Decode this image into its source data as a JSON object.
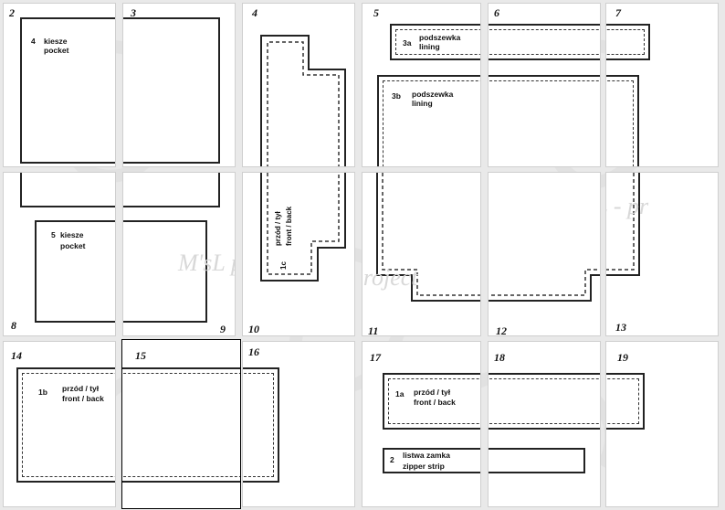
{
  "sheets": [
    {
      "number": "2"
    },
    {
      "number": "3"
    },
    {
      "number": "4"
    },
    {
      "number": "5"
    },
    {
      "number": "6"
    },
    {
      "number": "7"
    },
    {
      "number": "8"
    },
    {
      "number": "9"
    },
    {
      "number": "10"
    },
    {
      "number": "11"
    },
    {
      "number": "12"
    },
    {
      "number": "13"
    },
    {
      "number": "14"
    },
    {
      "number": "15"
    },
    {
      "number": "16"
    },
    {
      "number": "17"
    },
    {
      "number": "18"
    },
    {
      "number": "19"
    }
  ],
  "pieces": {
    "pocket_4": {
      "num": "4",
      "line1": "kiesze",
      "line2": "pocket"
    },
    "pocket_5": {
      "num": "5",
      "line1": "kiesze",
      "line2": "pocket"
    },
    "lining_3a": {
      "num": "3a",
      "line1": "podszewka",
      "line2": "lining"
    },
    "lining_3b": {
      "num": "3b",
      "line1": "podszewka",
      "line2": "lining"
    },
    "front_back_1b": {
      "num": "1b",
      "line1": "przód / tył",
      "line2": "front / back"
    },
    "front_back_1a": {
      "num": "1a",
      "line1": "przód / tył",
      "line2": "front / back"
    },
    "front_back_1c": {
      "num": "1c",
      "line1": "przód / tył",
      "line2": "front / back"
    },
    "zipper_2": {
      "num": "2",
      "line1": "listwa zamka",
      "line2": "zipper strip"
    }
  },
  "watermark": {
    "text1": "M'sL - pr",
    "text2": "M'sL project"
  },
  "colors": {
    "background": "#e9e9e9",
    "sheet": "#ffffff",
    "line": "#222222",
    "watermark": "#d8d8d8"
  }
}
